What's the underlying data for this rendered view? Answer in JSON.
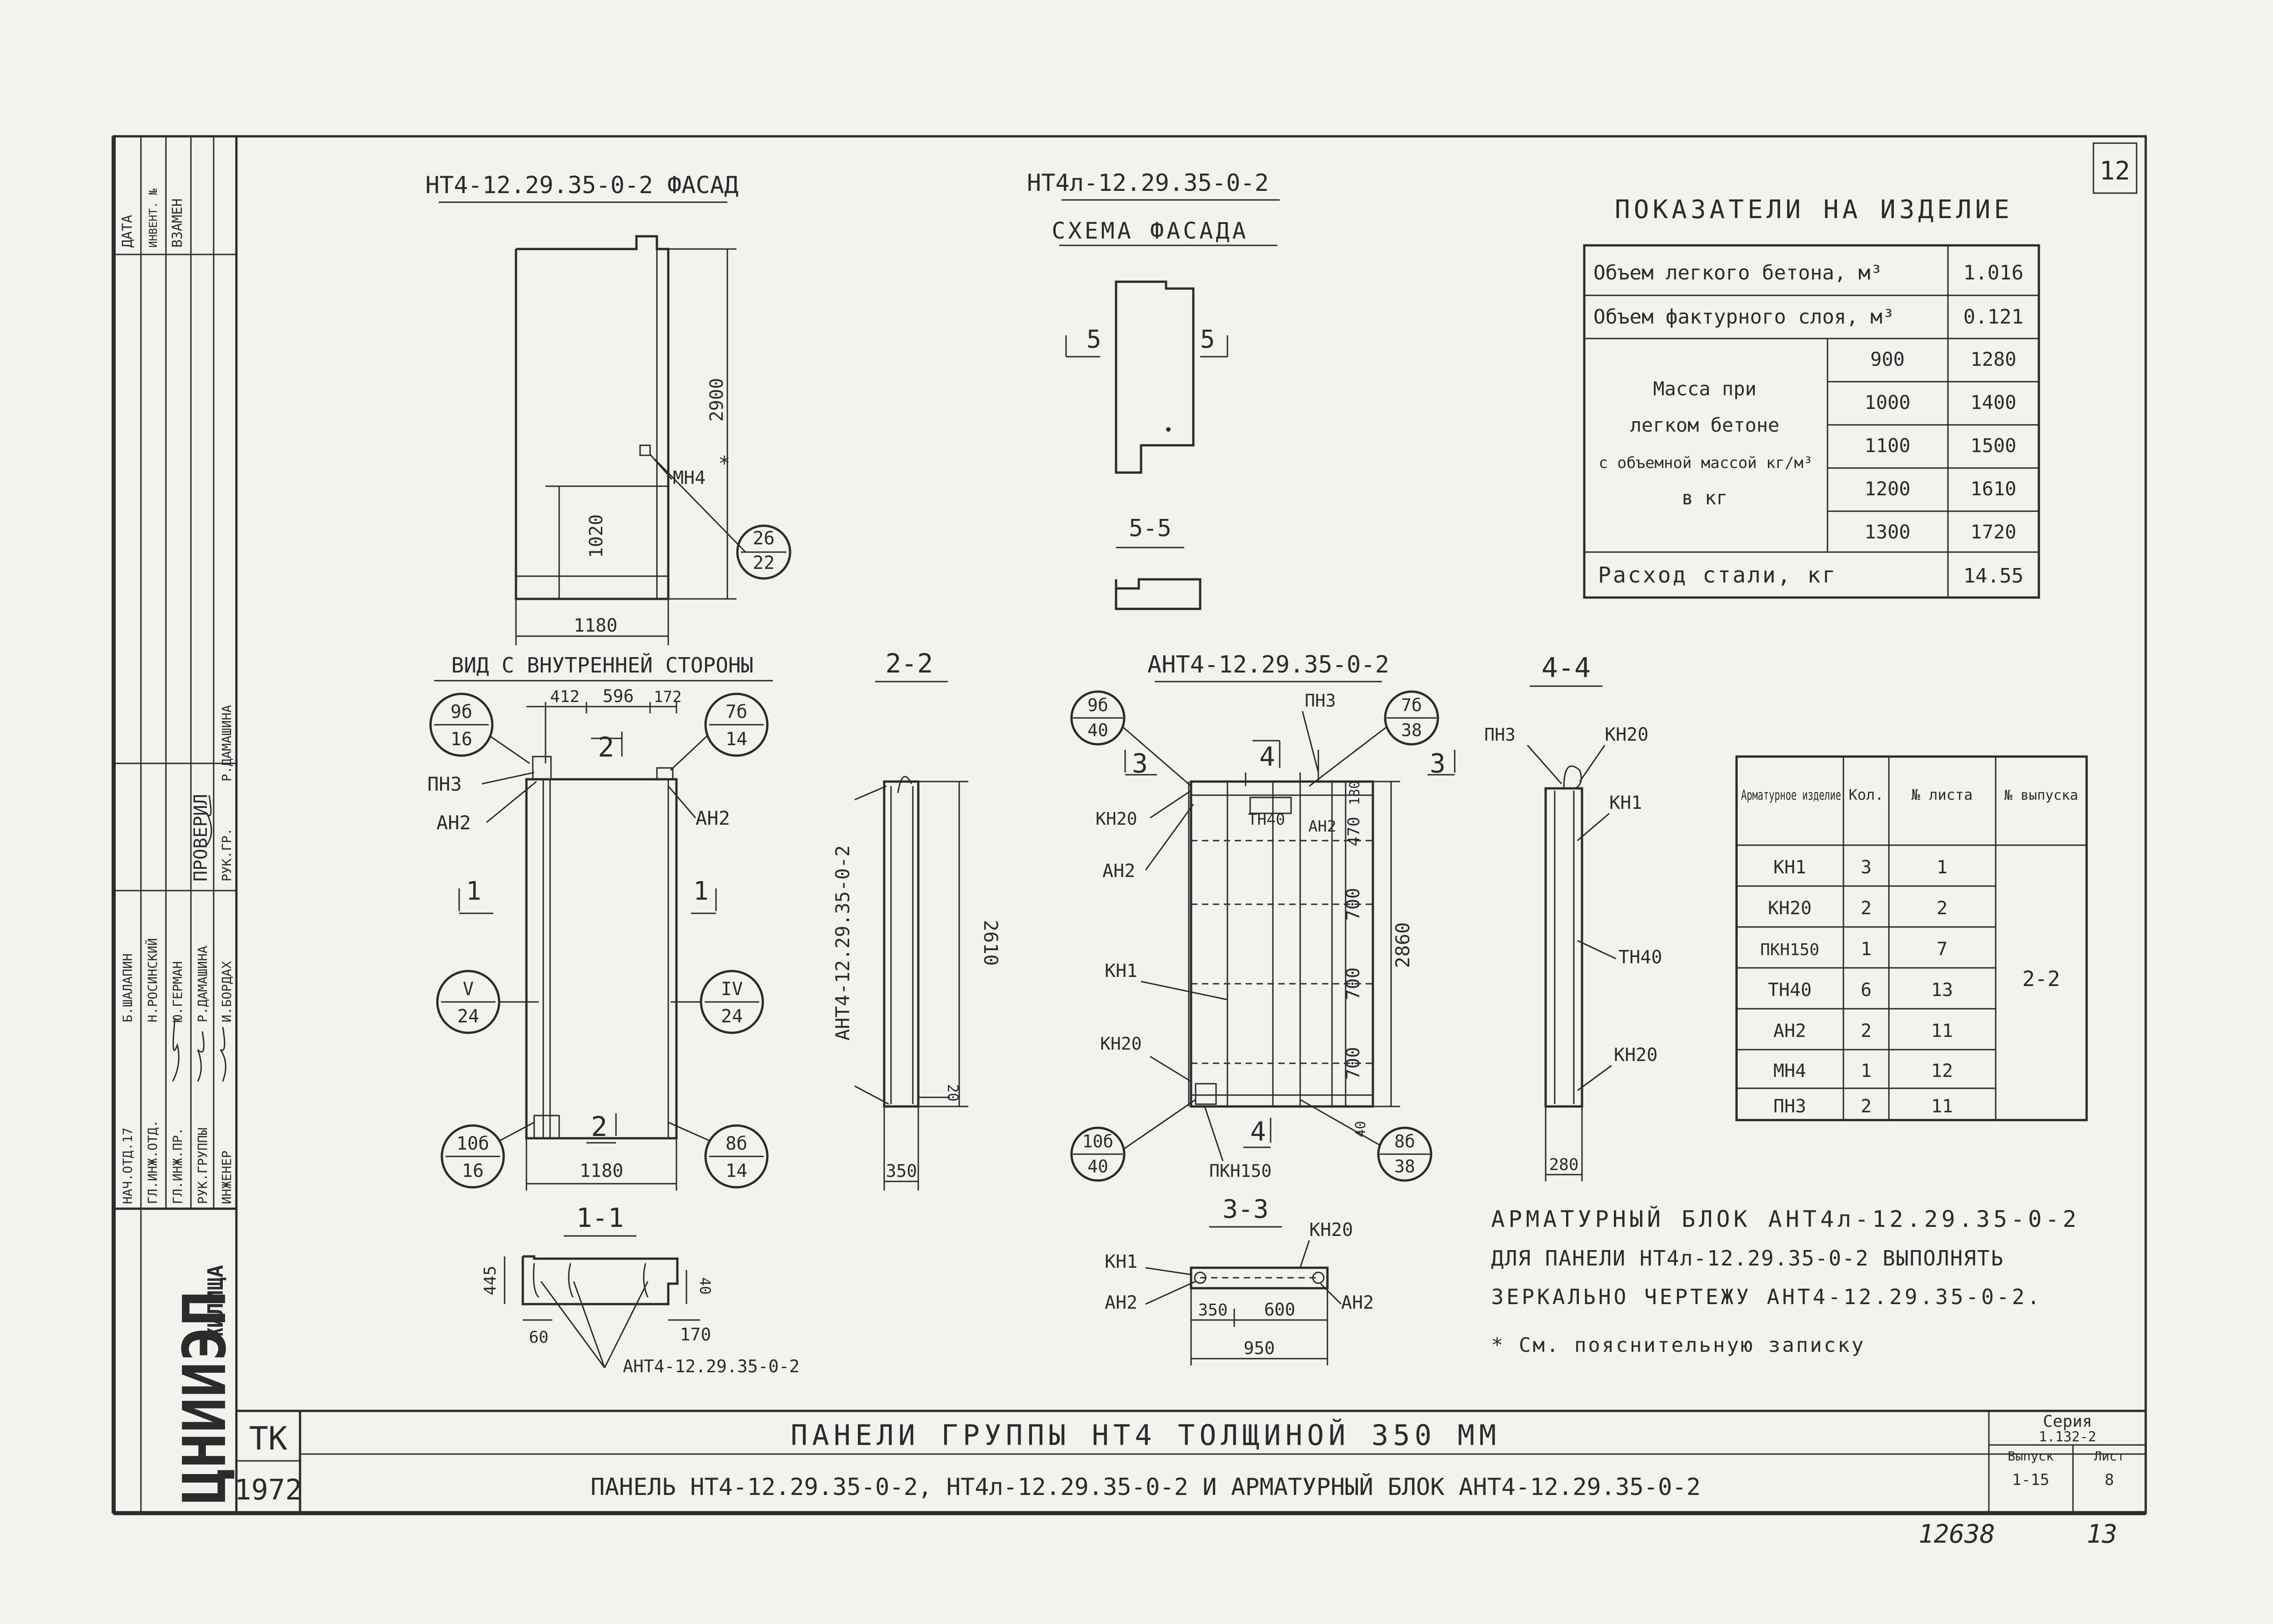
{
  "facade": {
    "title": "НТ4-12.29.35-0-2 ФАСАД",
    "dim_height": "2900",
    "dim_1020": "1020",
    "dim_width": "1180",
    "label_mn4": "МН4",
    "asterisk": "*",
    "circle_top": "26",
    "circle_bottom": "22"
  },
  "scheme": {
    "title1": "НТ4л-12.29.35-0-2",
    "title2": "СХЕМА ФАСАДА",
    "cut_left": "5",
    "cut_right": "5",
    "section_title": "5-5"
  },
  "inner_view": {
    "title": "ВИД С ВНУТРЕННЕЙ СТОРОНЫ",
    "dim_412": "412",
    "dim_596": "596",
    "dim_172": "172",
    "cut_top": "2",
    "cut_bottom": "2",
    "cut_left": "1",
    "cut_right": "1",
    "dim_width": "1180",
    "label_pn3": "ПН3",
    "label_an2_left": "АН2",
    "label_an2_right": "АН2",
    "circles": [
      {
        "top": "9б",
        "bottom": "16"
      },
      {
        "top": "7б",
        "bottom": "14"
      },
      {
        "top": "V",
        "bottom": "24"
      },
      {
        "top": "IV",
        "bottom": "24"
      },
      {
        "top": "10б",
        "bottom": "16"
      },
      {
        "top": "8б",
        "bottom": "14"
      }
    ]
  },
  "section_22": {
    "title": "2-2",
    "vertical_label": "АНТ4-12.29.35-0-2",
    "dim_2610": "2610",
    "dim_20": "20",
    "dim_350": "350"
  },
  "section_11": {
    "title": "1-1",
    "dim_445": "445",
    "dim_40": "40",
    "dim_60": "60",
    "dim_170": "170",
    "label": "АНТ4-12.29.35-0-2"
  },
  "block": {
    "title": "АНТ4-12.29.35-0-2",
    "circle_tl": {
      "top": "9б",
      "bottom": "40"
    },
    "circle_tr": {
      "top": "7б",
      "bottom": "38"
    },
    "circle_bl": {
      "top": "10б",
      "bottom": "40"
    },
    "circle_br": {
      "top": "8б",
      "bottom": "38"
    },
    "label_pn3": "ПН3",
    "cut_3_left": "3",
    "cut_3_right": "3",
    "cut_4_top": "4",
    "cut_4_bottom": "4",
    "label_kn20_a": "КН20",
    "label_an2_a": "АН2",
    "label_kn1": "КН1",
    "label_kn20_b": "КН20",
    "label_tn40": "ТН40",
    "label_an2_b": "АН2",
    "label_pkn150": "ПКН150",
    "dim_180": "180",
    "dim_470": "470",
    "dim_700a": "700",
    "dim_700b": "700",
    "dim_700c": "700",
    "dim_40": "40",
    "dim_2860": "2860"
  },
  "section_44": {
    "title": "4-4",
    "label_pn3": "ПН3",
    "label_kn20_top": "КН20",
    "label_kn1": "КН1",
    "label_tn40": "ТН40",
    "label_kn20_bottom": "КН20",
    "dim_280": "280"
  },
  "section_33": {
    "title": "3-3",
    "label_kn1": "КН1",
    "label_an2_left": "АН2",
    "label_kn20": "КН20",
    "label_an2_right": "АН2",
    "dim_350": "350",
    "dim_600": "600",
    "dim_950": "950"
  },
  "indicators": {
    "title": "ПОКАЗАТЕЛИ НА ИЗДЕЛИЕ",
    "row_volume_light": {
      "label": "Объем легкого бетона, м³",
      "value": "1.016"
    },
    "row_volume_texture": {
      "label": "Объем фактурного слоя, м³",
      "value": "0.121"
    },
    "mass_label": [
      "Масса при",
      "легком бетоне",
      "с объемной массой кг/м³",
      "в кг"
    ],
    "mass_rows": [
      {
        "density": "900",
        "mass": "1280"
      },
      {
        "density": "1000",
        "mass": "1400"
      },
      {
        "density": "1100",
        "mass": "1500"
      },
      {
        "density": "1200",
        "mass": "1610"
      },
      {
        "density": "1300",
        "mass": "1720"
      }
    ],
    "row_steel": {
      "label": "Расход стали, кг",
      "value": "14.55"
    }
  },
  "rebar_table": {
    "headers": [
      "Арматурное изделие",
      "Кол.",
      "№ листа",
      "№ выпуска"
    ],
    "rows": [
      {
        "item": "КН1",
        "qty": "3",
        "sheet": "1"
      },
      {
        "item": "КН20",
        "qty": "2",
        "sheet": "2"
      },
      {
        "item": "ПКН150",
        "qty": "1",
        "sheet": "7"
      },
      {
        "item": "ТН40",
        "qty": "6",
        "sheet": "13"
      },
      {
        "item": "АН2",
        "qty": "2",
        "sheet": "11"
      },
      {
        "item": "МН4",
        "qty": "1",
        "sheet": "12"
      },
      {
        "item": "ПН3",
        "qty": "2",
        "sheet": "11"
      }
    ],
    "issue": "2-2"
  },
  "notes": {
    "line1": "АРМАТУРНЫЙ БЛОК АНТ4л-12.29.35-0-2",
    "line2": "ДЛЯ ПАНЕЛИ НТ4л-12.29.35-0-2 ВЫПОЛНЯТЬ",
    "line3": "ЗЕРКАЛЬНО ЧЕРТЕЖУ АНТ4-12.29.35-0-2.",
    "footnote": "* См. пояснительную записку"
  },
  "title_block": {
    "tk": "ТК",
    "year": "1972",
    "main_title": "ПАНЕЛИ ГРУППЫ НТ4 ТОЛЩИНОЙ 350 ММ",
    "sub_title": "ПАНЕЛЬ НТ4-12.29.35-0-2, НТ4л-12.29.35-0-2 И АРМАТУРНЫЙ БЛОК АНТ4-12.29.35-0-2",
    "series_label": "Серия",
    "series_value": "1.132-2",
    "issue_label": "Выпуск",
    "issue_value": "1-15",
    "sheet_label": "Лист",
    "sheet_value": "8",
    "org_logo": "ЦНИИЭП",
    "org_word": "ЖИЛИЩА"
  },
  "stamp": {
    "top_headers": [
      "ДАТА",
      "ИНВЕНТ. №",
      "ВЗАМЕН"
    ],
    "roles": [
      "НАЧ.ОТД.17",
      "ГЛ.ИНЖ.ОТД.",
      "ГЛ.ИНЖ.ПР.",
      "РУК.ГРУППЫ",
      "ИНЖЕНЕР"
    ],
    "names": [
      "Б.ШАЛАПИН",
      "Н.РОСИНСКИЙ",
      "Ю.ГЕРМАН",
      "Р.ДАМАШИНА",
      "И.БОРДАХ"
    ],
    "checked_label": "ПРОВЕРИЛ",
    "checked_role": "РУК.ГР.",
    "checked_name": "Р.ДАМАШИНА"
  },
  "corner_number": "12",
  "archive_number": "12638",
  "archive_page": "13"
}
